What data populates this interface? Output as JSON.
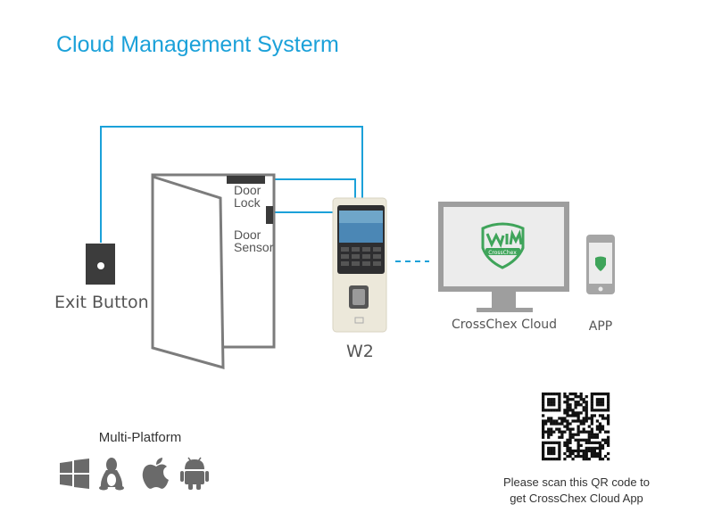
{
  "title": "Cloud Management Systerm",
  "labels": {
    "door_lock": [
      "Door",
      "Lock"
    ],
    "door_sensor": [
      "Door",
      "Sensor"
    ],
    "exit_button": "Exit Button",
    "device": "W2",
    "cloud": "CrossChex Cloud",
    "app": "APP",
    "logo_text": "CrossChex",
    "multi_platform": "Multi-Platform",
    "qr_caption": [
      "Please scan this QR code to",
      "get CrossChex Cloud App"
    ]
  },
  "platforms": [
    "windows-icon",
    "linux-icon",
    "apple-icon",
    "android-icon"
  ],
  "colors": {
    "title": "#1ba1d9",
    "wire": "#1ba1d9",
    "logo": "#3fa45a",
    "gray": "#7c7c7c"
  }
}
